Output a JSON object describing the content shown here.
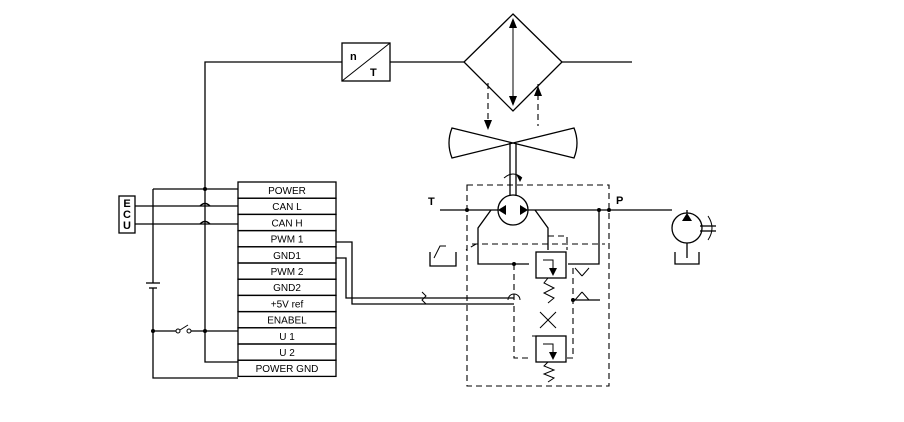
{
  "terminals": [
    "POWER",
    "CAN L",
    "CAN H",
    "PWM 1",
    "GND1",
    "PWM 2",
    "GND2",
    "+5V ref",
    "ENABEL",
    "U 1",
    "U 2",
    "POWER GND"
  ],
  "ecu_letters": [
    "E",
    "C",
    "U"
  ],
  "sensor": {
    "top": "n",
    "bottom": "T"
  },
  "ports": {
    "tank": "T",
    "pressure": "P"
  },
  "colors": {
    "line": "#000000",
    "background": "#ffffff"
  }
}
